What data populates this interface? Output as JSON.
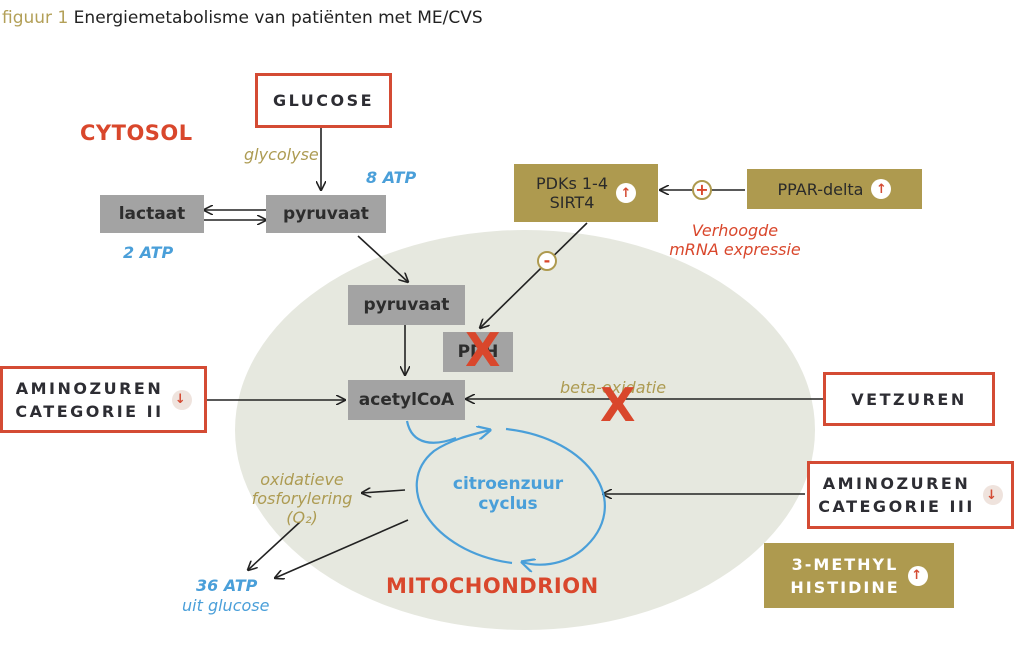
{
  "caption": {
    "prefix": "figuur 1",
    "title": "Energiemetabolisme van patiënten met ME/CVS"
  },
  "regions": {
    "cytosol": "CYTOSOL",
    "mitochondrion": "MITOCHONDRION"
  },
  "boxes": {
    "glucose": "GLUCOSE",
    "lactaat": "lactaat",
    "pyruvaat_cytosol": "pyruvaat",
    "pyruvaat_mito": "pyruvaat",
    "pdh": "PDH",
    "acetylcoa": "acetylCoA",
    "pdks_line1": "PDKs 1-4",
    "pdks_line2": "SIRT4",
    "ppar": "PPAR-delta",
    "aminozuren2_line1": "AMINOZUREN",
    "aminozuren2_line2": "CATEGORIE II",
    "vetzuren": "VETZUREN",
    "aminozuren3_line1": "AMINOZUREN",
    "aminozuren3_line2": "CATEGORIE III",
    "methyl_line1": "3-METHYL",
    "methyl_line2": "HISTIDINE"
  },
  "labels": {
    "glycolyse": "glycolyse",
    "atp8": "8 ATP",
    "atp2": "2 ATP",
    "verhoogde_line1": "Verhoogde",
    "verhoogde_line2": "mRNA expressie",
    "beta_oxidatie": "beta-oxidatie",
    "citroenzuur_line1": "citroenzuur",
    "citroenzuur_line2": "cyclus",
    "oxidatieve_line1": "oxidatieve",
    "oxidatieve_line2": "fosforylering",
    "oxidatieve_line3": "(O₂)",
    "atp36": "36 ATP",
    "uit_glucose": "uit glucose",
    "plus_sign": "+",
    "minus_sign": "-",
    "cross_mark": "X"
  },
  "indicators": {
    "up": "↑",
    "down": "↓"
  },
  "colors": {
    "accent_red": "#d44b34",
    "gold": "#ae9a4f",
    "gray_box": "#a3a3a3",
    "blue": "#4a9fd9",
    "mitochondrion_fill": "#e6e8df"
  }
}
